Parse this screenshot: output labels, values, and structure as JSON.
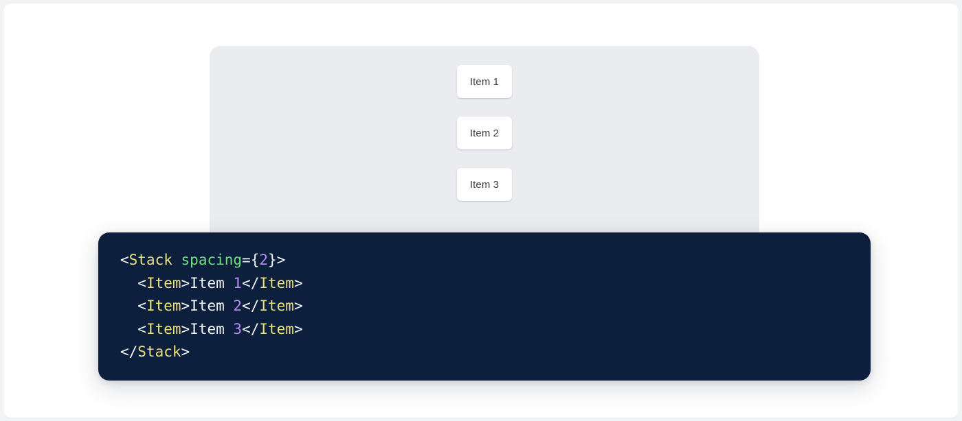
{
  "preview": {
    "panel_name": "component-preview-panel",
    "background_color": "#eaecf0",
    "stack": {
      "direction": "vertical",
      "spacing": 2,
      "items": [
        {
          "label": "Item 1"
        },
        {
          "label": "Item 2"
        },
        {
          "label": "Item 3"
        }
      ]
    }
  },
  "code_block": {
    "background_color": "#0c1f3d",
    "language": "jsx",
    "colors": {
      "punctuation": "#f2f5fa",
      "tag": "#e8e17c",
      "attribute": "#6fe07b",
      "number": "#b58cf5",
      "text": "#f2f5fa"
    },
    "lines": [
      {
        "indent": "",
        "tokens": [
          {
            "t": "punc",
            "v": "<"
          },
          {
            "t": "tag",
            "v": "Stack"
          },
          {
            "t": "text",
            "v": " "
          },
          {
            "t": "attr",
            "v": "spacing"
          },
          {
            "t": "punc",
            "v": "={"
          },
          {
            "t": "num",
            "v": "2"
          },
          {
            "t": "punc",
            "v": "}>"
          }
        ]
      },
      {
        "indent": "  ",
        "tokens": [
          {
            "t": "punc",
            "v": "<"
          },
          {
            "t": "tag",
            "v": "Item"
          },
          {
            "t": "punc",
            "v": ">"
          },
          {
            "t": "text",
            "v": "Item "
          },
          {
            "t": "num",
            "v": "1"
          },
          {
            "t": "punc",
            "v": "</"
          },
          {
            "t": "tag",
            "v": "Item"
          },
          {
            "t": "punc",
            "v": ">"
          }
        ]
      },
      {
        "indent": "  ",
        "tokens": [
          {
            "t": "punc",
            "v": "<"
          },
          {
            "t": "tag",
            "v": "Item"
          },
          {
            "t": "punc",
            "v": ">"
          },
          {
            "t": "text",
            "v": "Item "
          },
          {
            "t": "num",
            "v": "2"
          },
          {
            "t": "punc",
            "v": "</"
          },
          {
            "t": "tag",
            "v": "Item"
          },
          {
            "t": "punc",
            "v": ">"
          }
        ]
      },
      {
        "indent": "  ",
        "tokens": [
          {
            "t": "punc",
            "v": "<"
          },
          {
            "t": "tag",
            "v": "Item"
          },
          {
            "t": "punc",
            "v": ">"
          },
          {
            "t": "text",
            "v": "Item "
          },
          {
            "t": "num",
            "v": "3"
          },
          {
            "t": "punc",
            "v": "</"
          },
          {
            "t": "tag",
            "v": "Item"
          },
          {
            "t": "punc",
            "v": ">"
          }
        ]
      },
      {
        "indent": "",
        "tokens": [
          {
            "t": "punc",
            "v": "</"
          },
          {
            "t": "tag",
            "v": "Stack"
          },
          {
            "t": "punc",
            "v": ">"
          }
        ]
      }
    ]
  }
}
